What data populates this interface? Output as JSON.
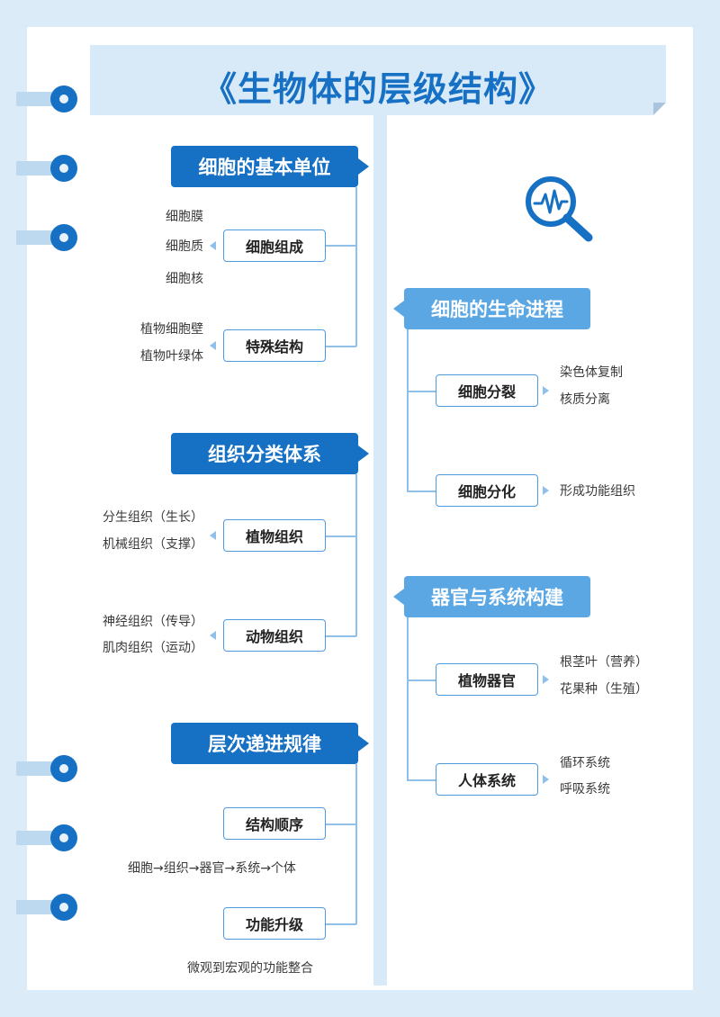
{
  "title": "《生物体的层级结构》",
  "colors": {
    "primary": "#1670c4",
    "secondary": "#5aa7e3",
    "connector": "#8ec0ea",
    "banner": "#d8e9f7",
    "page_bg": "#dcebf8"
  },
  "icon": "magnifier-pulse-icon",
  "left": {
    "sec1": {
      "title": "细胞的基本单位",
      "n1": {
        "label": "细胞组成",
        "items": [
          "细胞膜",
          "细胞质",
          "细胞核"
        ]
      },
      "n2": {
        "label": "特殊结构",
        "items": [
          "植物细胞壁",
          "植物叶绿体"
        ]
      }
    },
    "sec2": {
      "title": "组织分类体系",
      "n1": {
        "label": "植物组织",
        "items": [
          "分生组织（生长）",
          "机械组织（支撑）"
        ]
      },
      "n2": {
        "label": "动物组织",
        "items": [
          "神经组织（传导）",
          "肌肉组织（运动）"
        ]
      }
    },
    "sec3": {
      "title": "层次递进规律",
      "n1": {
        "label": "结构顺序",
        "note": "细胞→组织→器官→系统→个体"
      },
      "n2": {
        "label": "功能升级",
        "note": "微观到宏观的功能整合"
      }
    }
  },
  "right": {
    "sec1": {
      "title": "细胞的生命进程",
      "n1": {
        "label": "细胞分裂",
        "items": [
          "染色体复制",
          "核质分离"
        ]
      },
      "n2": {
        "label": "细胞分化",
        "items": [
          "形成功能组织"
        ]
      }
    },
    "sec2": {
      "title": "器官与系统构建",
      "n1": {
        "label": "植物器官",
        "items": [
          "根茎叶（营养）",
          "花果种（生殖）"
        ]
      },
      "n2": {
        "label": "人体系统",
        "items": [
          "循环系统",
          "呼吸系统"
        ]
      }
    }
  }
}
